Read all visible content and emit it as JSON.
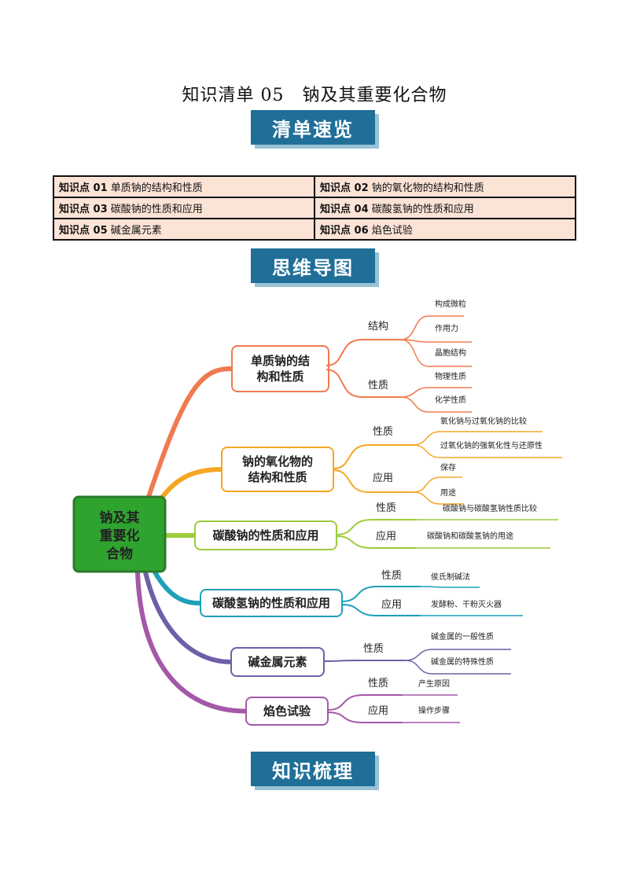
{
  "title": "知识清单 05　钠及其重要化合物",
  "banners": {
    "overview": "清单速览",
    "mindmap": "思维导图",
    "review": "知识梳理"
  },
  "knowledge_points": [
    [
      {
        "prefix": "知识点 01",
        "text": "单质钠的结构和性质"
      },
      {
        "prefix": "知识点 02",
        "text": "钠的氧化物的结构和性质"
      }
    ],
    [
      {
        "prefix": "知识点 03",
        "text": "碳酸钠的性质和应用"
      },
      {
        "prefix": "知识点 04",
        "text": "碳酸氢钠的性质和应用"
      }
    ],
    [
      {
        "prefix": "知识点 05",
        "text": "碱金属元素"
      },
      {
        "prefix": "知识点 06",
        "text": "焰色试验"
      }
    ]
  ],
  "mindmap": {
    "root": [
      "钠及其",
      "重要化",
      "合物"
    ],
    "colors": {
      "root_fill": "#2ea32e",
      "root_border": "#2c7a2c",
      "b1": "#f07a4f",
      "b2": "#f5a623",
      "b3": "#9ccc3c",
      "b4": "#1ea0b8",
      "b5": "#6f5fa8",
      "b6": "#a458a8"
    },
    "branches": [
      {
        "name": [
          "单质钠的结",
          "构和性质"
        ],
        "subs": [
          {
            "label": "结构",
            "leaves": [
              "构成微粒",
              "作用力",
              "晶胞结构"
            ]
          },
          {
            "label": "性质",
            "leaves": [
              "物理性质",
              "化学性质"
            ]
          }
        ]
      },
      {
        "name": [
          "钠的氧化物的",
          "结构和性质"
        ],
        "subs": [
          {
            "label": "性质",
            "leaves": [
              "氧化钠与过氧化钠的比较",
              "过氧化钠的强氧化性与还原性"
            ]
          },
          {
            "label": "应用",
            "leaves": [
              "保存",
              "用途"
            ]
          }
        ]
      },
      {
        "name": [
          "碳酸钠的性质和应用"
        ],
        "subs": [
          {
            "label": "性质",
            "leaves": [
              "碳酸钠与碳酸氢钠性质比较"
            ]
          },
          {
            "label": "应用",
            "leaves": [
              "碳酸钠和碳酸氢钠的用途"
            ]
          }
        ]
      },
      {
        "name": [
          "碳酸氢钠的性质和应用"
        ],
        "subs": [
          {
            "label": "性质",
            "leaves": [
              "侯氏制碱法"
            ]
          },
          {
            "label": "应用",
            "leaves": [
              "发酵粉、干粉灭火器"
            ]
          }
        ]
      },
      {
        "name": [
          "碱金属元素"
        ],
        "subs": [
          {
            "label": "性质",
            "leaves": [
              "碱金属的一般性质",
              "碱金属的特殊性质"
            ]
          }
        ]
      },
      {
        "name": [
          "焰色试验"
        ],
        "subs": [
          {
            "label": "性质",
            "leaves": [
              "产生原因"
            ]
          },
          {
            "label": "应用",
            "leaves": [
              "操作步骤"
            ]
          }
        ]
      }
    ]
  }
}
